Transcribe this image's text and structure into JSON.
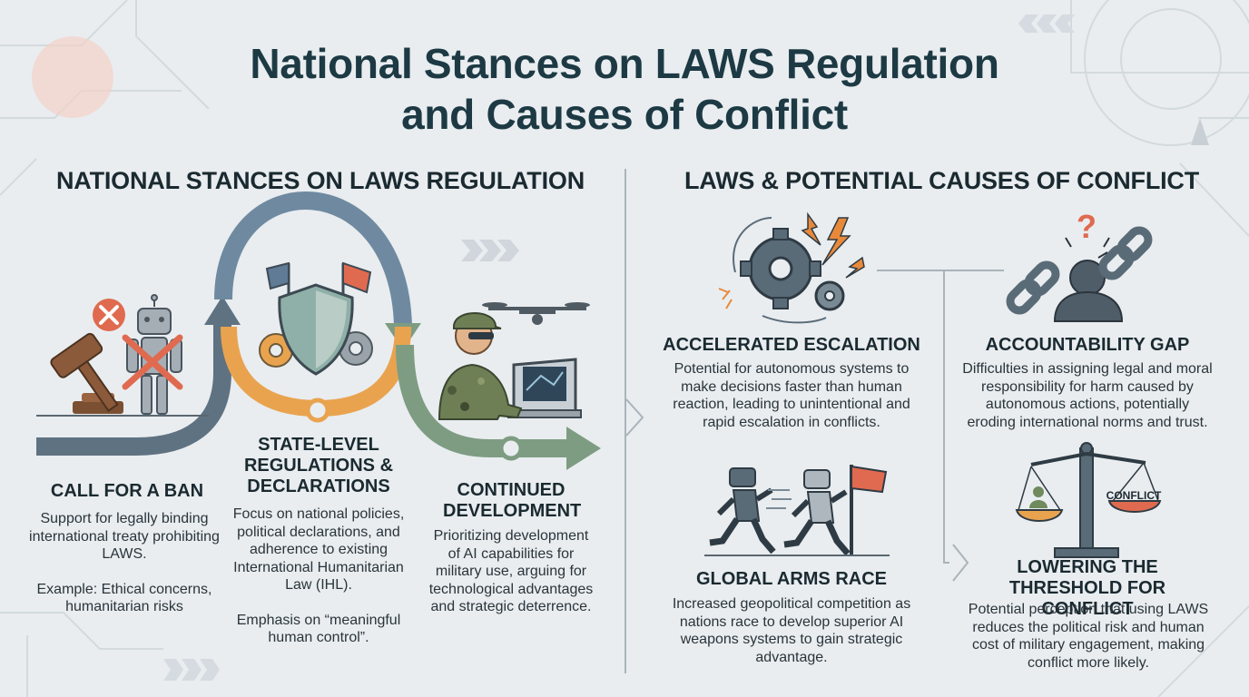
{
  "title": {
    "line1": "National Stances on LAWS Regulation",
    "line2": "and Causes of Conflict"
  },
  "left_section": {
    "heading": "NATIONAL STANCES ON LAWS REGULATION",
    "stances": [
      {
        "title": "CALL FOR A BAN",
        "description": "Support for legally binding international treaty prohibiting LAWS.",
        "example": "Example: Ethical concerns, humanitarian risks"
      },
      {
        "title": "STATE-LEVEL REGULATIONS & DECLARATIONS",
        "description": "Focus on national policies, political declarations, and adherence to existing International Humanitarian Law (IHL).",
        "emphasis": "Emphasis on “meaningful human control”."
      },
      {
        "title": "CONTINUED DEVELOPMENT",
        "description": "Prioritizing development of AI capabilities for military use, arguing for technological advantages and strategic deterrence."
      }
    ]
  },
  "right_section": {
    "heading": "LAWS & POTENTIAL CAUSES OF CONFLICT",
    "causes": [
      {
        "title": "ACCELERATED ESCALATION",
        "description": "Potential for autonomous systems to make decisions faster than human reaction, leading to unintentional and rapid escalation in conflicts."
      },
      {
        "title": "ACCOUNTABILITY GAP",
        "description": "Difficulties in assigning legal and moral responsibility for harm caused by autonomous actions, potentially eroding international norms and trust."
      },
      {
        "title": "GLOBAL ARMS RACE",
        "description": "Increased geopolitical competition as nations race to develop superior AI weapons systems to gain strategic advantage."
      },
      {
        "title": "LOWERING THE THRESHOLD FOR CONFLICT",
        "description": "Potential perception that using LAWS reduces the political risk and human cost of military engagement, making conflict more likely.",
        "scale_label": "CONFLICT"
      }
    ]
  },
  "colors": {
    "background": "#e9edf0",
    "title": "#1d3a44",
    "arrow_slate": "#5f7282",
    "arrow_orange": "#e9a34f",
    "arrow_green": "#7e9c82",
    "accent_red": "#e06a4f",
    "accent_orange": "#e8893a"
  },
  "icons": {
    "ban": [
      "gavel-icon",
      "robot-icon",
      "prohibited-icon"
    ],
    "regulations": [
      "shield-icon",
      "flag-icon",
      "gear-icon"
    ],
    "development": [
      "soldier-icon",
      "drone-icon",
      "computer-terminal-icon"
    ],
    "escalation": [
      "gears-icon",
      "lightning-icon"
    ],
    "accountability": [
      "broken-chain-icon",
      "person-silhouette-icon",
      "question-mark-icon"
    ],
    "arms_race": [
      "running-robot-icon",
      "finish-flag-icon"
    ],
    "threshold": [
      "balance-scale-icon"
    ]
  }
}
